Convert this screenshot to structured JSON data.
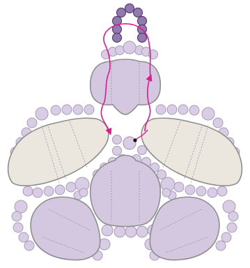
{
  "colors": {
    "background": "#ffffff",
    "component_fill": "#d4c8e0",
    "component_fill_dark": "#cdbfdc",
    "beige_fill": "#ece7de",
    "outline": "#8d8d8d",
    "bead_fill": "#d9cde6",
    "bead_stroke": "#a79bb8",
    "dark_bead_fill": "#9379b2",
    "dark_bead_stroke": "#55406e",
    "thread": "#e0188c",
    "knot": "#111111",
    "fold_line": "#9a90a6"
  },
  "diagram": {
    "description_kind": "beading-pattern",
    "thread_path": "magenta",
    "components": [
      "top-petal",
      "left-leaf",
      "right-leaf",
      "center-petal",
      "bottom-left-petal",
      "bottom-right-petal"
    ]
  }
}
